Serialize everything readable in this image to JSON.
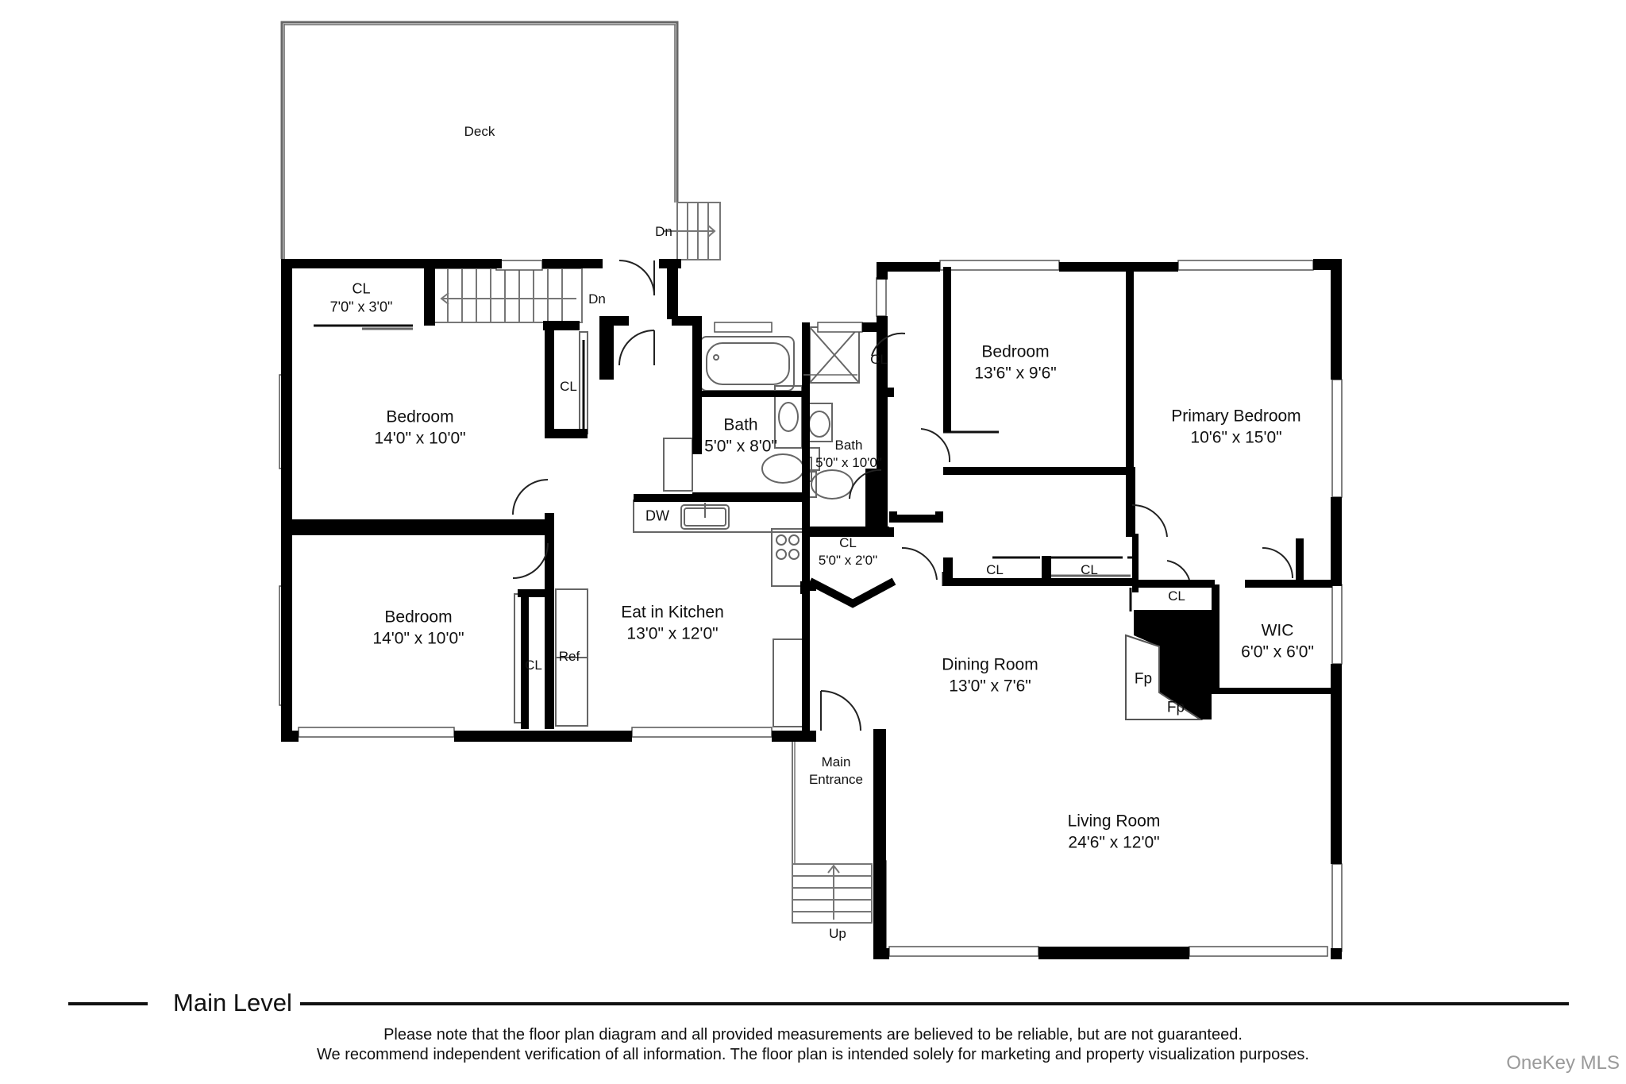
{
  "level": {
    "name": "Main Level"
  },
  "disclaimer": {
    "line1": "Please note that the floor plan diagram and all provided measurements are believed to be reliable, but are not guaranteed.",
    "line2": "We recommend independent verification of all information. The floor plan is intended solely for marketing and property visualization purposes."
  },
  "brand": "OneKey MLS",
  "rooms": {
    "deck": {
      "name": "Deck"
    },
    "deck_stairs": {
      "name": "Dn"
    },
    "interior_stairs": {
      "name": "Dn"
    },
    "hall_closet": {
      "name": "CL",
      "dims": "7'0\" x 3'0\""
    },
    "bedroom_nw": {
      "name": "Bedroom",
      "dims": "14'0\" x 10'0\""
    },
    "bedroom_sw": {
      "name": "Bedroom",
      "dims": "14'0\" x 10'0\""
    },
    "closet_nw": {
      "name": "CL"
    },
    "closet_sw": {
      "name": "CL"
    },
    "refrigerator": {
      "name": "Ref"
    },
    "kitchen": {
      "name": "Eat in Kitchen",
      "dims": "13'0\" x 12'0\""
    },
    "dishwasher": {
      "name": "DW"
    },
    "bath_1": {
      "name": "Bath",
      "dims": "5'0\" x 8'0\""
    },
    "bath_2": {
      "name": "Bath",
      "dims": "5'0\" x 10'0\""
    },
    "closet_bath": {
      "name": "CL"
    },
    "closet_center": {
      "name": "CL",
      "dims": "5'0\" x 2'0\""
    },
    "bedroom_ne": {
      "name": "Bedroom",
      "dims": "13'6\" x 9'6\""
    },
    "primary_bedroom": {
      "name": "Primary Bedroom",
      "dims": "10'6\" x 15'0\""
    },
    "closet_hall_1": {
      "name": "CL"
    },
    "closet_hall_2": {
      "name": "CL"
    },
    "closet_primary": {
      "name": "CL"
    },
    "wic": {
      "name": "WIC",
      "dims": "6'0\" x 6'0\""
    },
    "dining_room": {
      "name": "Dining Room",
      "dims": "13'0\" x 7'6\""
    },
    "fireplace_1": {
      "name": "Fp"
    },
    "fireplace_2": {
      "name": "Fp"
    },
    "living_room": {
      "name": "Living Room",
      "dims": "24'6\" x 12'0\""
    },
    "main_entrance": {
      "name": "Main Entrance"
    },
    "entry_stairs": {
      "name": "Up"
    }
  }
}
